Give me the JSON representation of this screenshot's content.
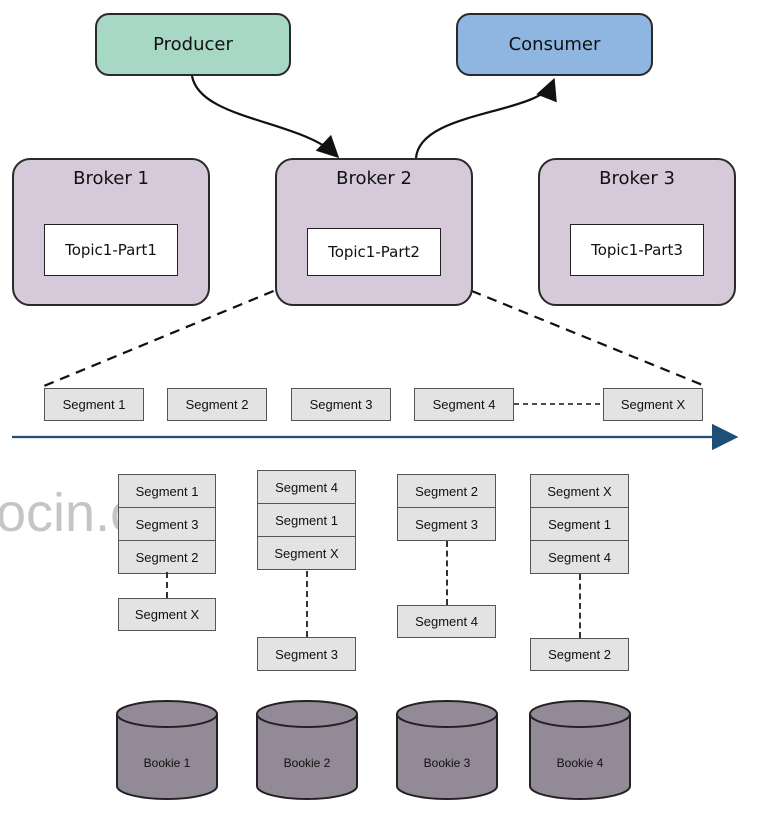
{
  "clients": {
    "producer": {
      "label": "Producer",
      "color": "#a7d7c5"
    },
    "consumer": {
      "label": "Consumer",
      "color": "#8fb6e0"
    }
  },
  "brokers": [
    {
      "label": "Broker 1",
      "topic": "Topic1-Part1"
    },
    {
      "label": "Broker 2",
      "topic": "Topic1-Part2"
    },
    {
      "label": "Broker 3",
      "topic": "Topic1-Part3"
    }
  ],
  "broker_color": "#d6c9d9",
  "timeline_segments": [
    "Segment 1",
    "Segment 2",
    "Segment 3",
    "Segment 4",
    "Segment X"
  ],
  "timeline_color": "#1f4e79",
  "bookie_stacks": [
    {
      "stack": [
        "Segment 1",
        "Segment 3",
        "Segment 2"
      ],
      "tail": "Segment X"
    },
    {
      "stack": [
        "Segment 4",
        "Segment 1",
        "Segment X"
      ],
      "tail": "Segment 3"
    },
    {
      "stack": [
        "Segment 2",
        "Segment 3"
      ],
      "tail": "Segment 4"
    },
    {
      "stack": [
        "Segment X",
        "Segment 1",
        "Segment 4"
      ],
      "tail": "Segment 2"
    }
  ],
  "bookies": [
    "Bookie 1",
    "Bookie 2",
    "Bookie 3",
    "Bookie 4"
  ],
  "bookie_color": "#938a98",
  "watermark": "ocin.com"
}
